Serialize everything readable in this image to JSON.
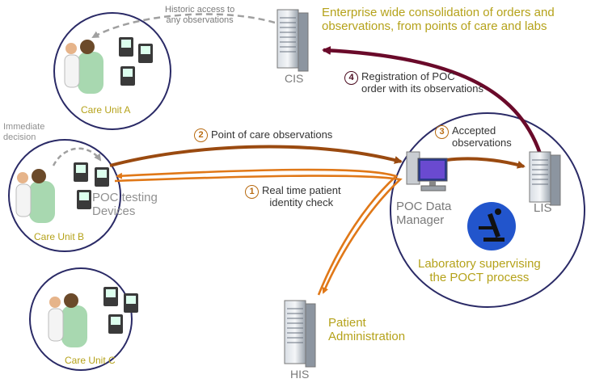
{
  "colors": {
    "circle_border": "#2a2a66",
    "orange_arrow": "#e07818",
    "brown_arrow": "#9a4a10",
    "maroon_arrow": "#6a0a2a",
    "olive_text": "#b5a21a",
    "gray_dashed": "#a0a0a0"
  },
  "icons": [
    "server-icon",
    "computer-icon",
    "microscope-icon",
    "patient-doctor-icon",
    "poc-device-icon"
  ],
  "labels": {
    "historic_access": "Historic access to\nany observations",
    "enterprise": "Enterprise wide consolidation of orders and\nobservations, from points of care and labs",
    "cis": "CIS",
    "registration_num": "4",
    "registration": "Registration of POC\norder with its observations",
    "immediate_decision": "Immediate\ndecision",
    "point_of_care_num": "2",
    "point_of_care": "Point of care observations",
    "accepted_num": "3",
    "accepted": "Accepted\nobservations",
    "realtime_num": "1",
    "realtime": "Real time patient\nidentity check",
    "poc_testing": "POC testing\nDevices",
    "poc_dm": "POC Data\nManager",
    "lis": "LIS",
    "lab_supervising": "Laboratory supervising\nthe POCT process",
    "patient_admin": "Patient\nAdministration",
    "his": "HIS",
    "unit_a": "Care Unit A",
    "unit_b": "Care Unit B",
    "unit_c": "Care Unit C"
  }
}
